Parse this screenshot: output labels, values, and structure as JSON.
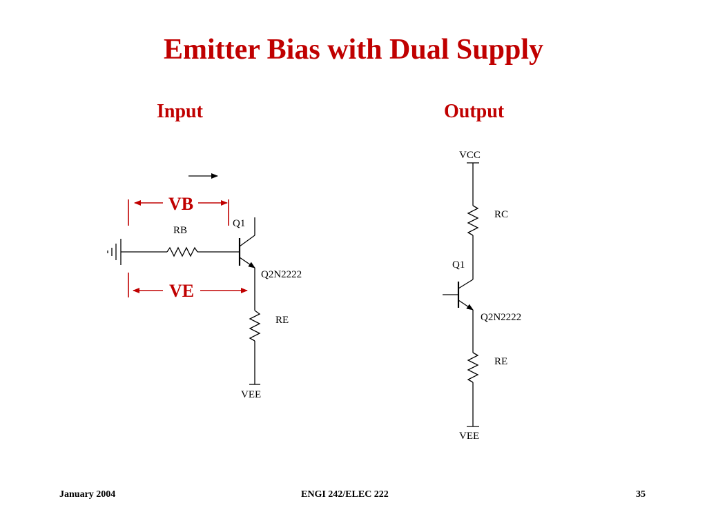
{
  "slide": {
    "title": "Emitter Bias with Dual Supply",
    "input_heading": "Input",
    "output_heading": "Output"
  },
  "input_circuit": {
    "vb_label": "VB",
    "ve_label": "VE",
    "rb_label": "RB",
    "q1_label": "Q1",
    "transistor_label": "Q2N2222",
    "re_label": "RE",
    "vee_label": "VEE"
  },
  "output_circuit": {
    "vcc_label": "VCC",
    "rc_label": "RC",
    "q1_label": "Q1",
    "transistor_label": "Q2N2222",
    "re_label": "RE",
    "vee_label": "VEE"
  },
  "footer": {
    "date": "January 2004",
    "course": "ENGI 242/ELEC 222",
    "page_number": "35"
  },
  "colors": {
    "accent": "#c00000",
    "wire": "#000000"
  }
}
